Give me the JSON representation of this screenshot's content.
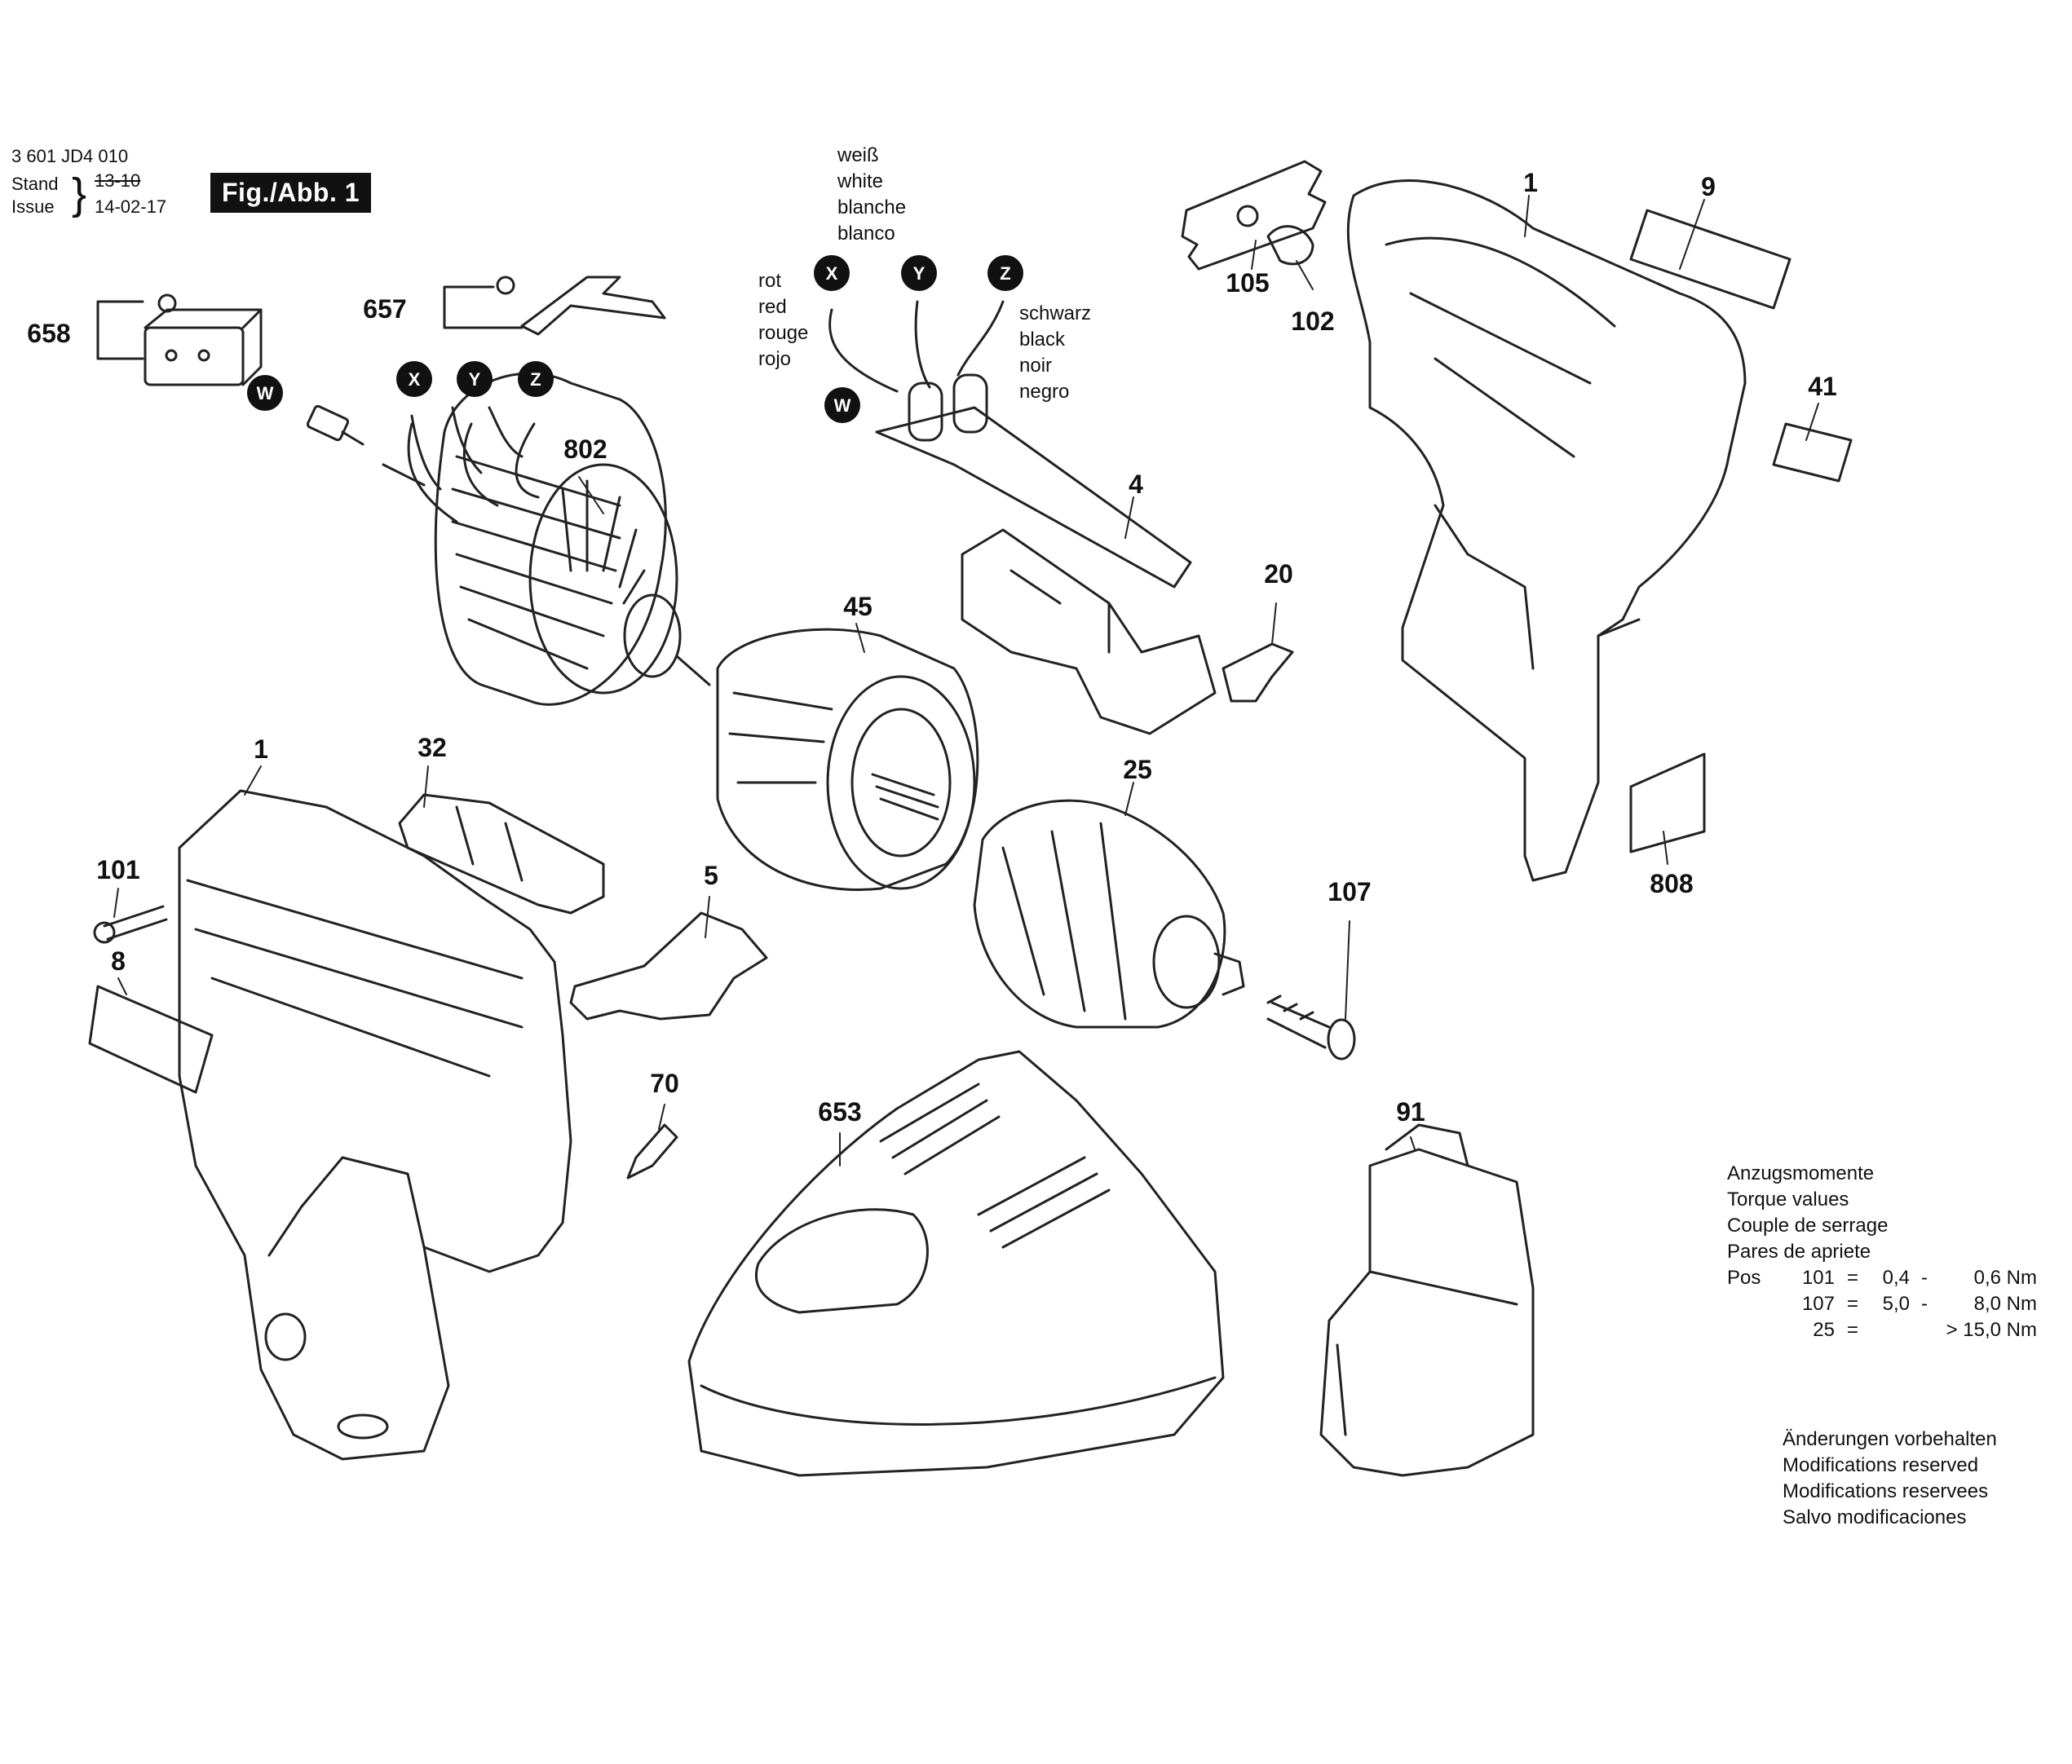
{
  "header": {
    "part_number": "3 601 JD4 010",
    "stand_label": "Stand",
    "stand_value": "13-10",
    "issue_label": "Issue",
    "issue_value": "14-02-17",
    "figure": "Fig./Abb. 1"
  },
  "wire_colors": {
    "white": [
      "weiß",
      "white",
      "blanche",
      "blanco"
    ],
    "red": [
      "rot",
      "red",
      "rouge",
      "rojo"
    ],
    "black": [
      "schwarz",
      "black",
      "noir",
      "negro"
    ]
  },
  "connector_labels": {
    "w": "W",
    "x": "X",
    "y": "Y",
    "z": "Z"
  },
  "part_labels": {
    "p1a": "1",
    "p1b": "1",
    "p9": "9",
    "p41": "41",
    "p102": "102",
    "p105": "105",
    "p4": "4",
    "p20": "20",
    "p45": "45",
    "p25": "25",
    "p107": "107",
    "p808": "808",
    "p802": "802",
    "p657": "657",
    "p658": "658",
    "p32": "32",
    "p101": "101",
    "p8": "8",
    "p5": "5",
    "p70": "70",
    "p653": "653",
    "p91": "91"
  },
  "torque": {
    "title_de": "Anzugsmomente",
    "title_en": "Torque values",
    "title_fr": "Couple de serrage",
    "title_es": "Pares de apriete",
    "pos_label": "Pos",
    "rows": [
      {
        "pos": "101",
        "eq": "=",
        "min": "0,4",
        "dash": "-",
        "max": "0,6 Nm"
      },
      {
        "pos": "107",
        "eq": "=",
        "min": "5,0",
        "dash": "-",
        "max": "8,0 Nm"
      },
      {
        "pos": "25",
        "eq": "=",
        "min": "",
        "dash": "",
        "max": "> 15,0 Nm"
      }
    ]
  },
  "notice": [
    "Änderungen vorbehalten",
    "Modifications reserved",
    "Modifications reservees",
    "Salvo modificaciones"
  ]
}
